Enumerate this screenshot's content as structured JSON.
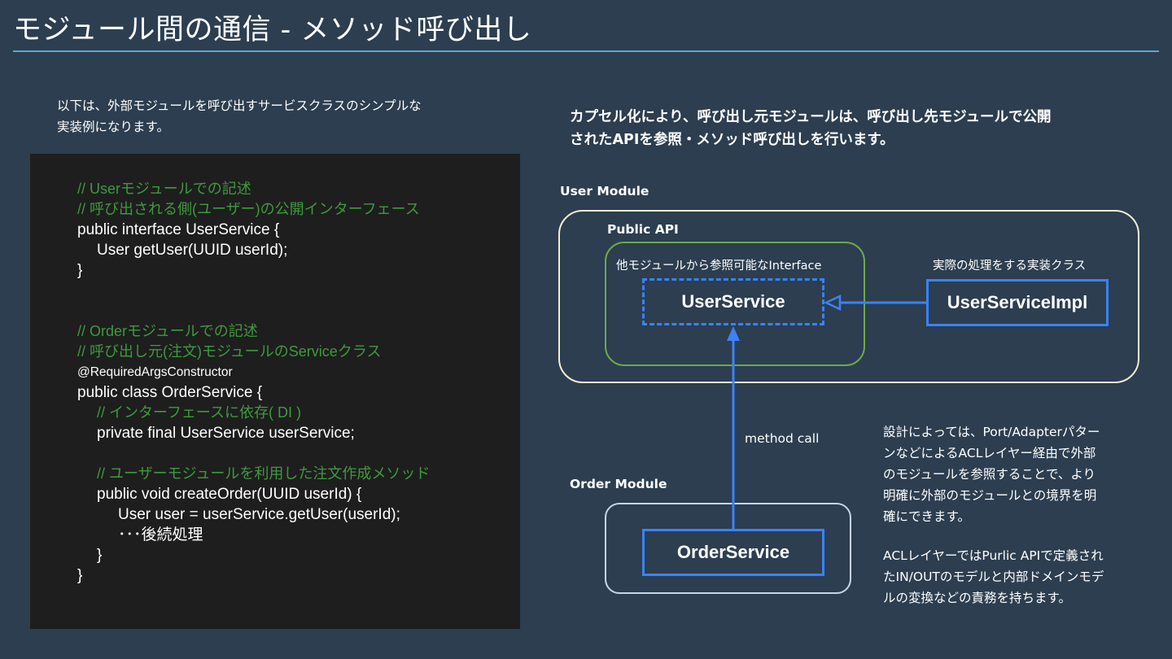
{
  "header": {
    "title": "モジュール間の通信 - メソッド呼び出し"
  },
  "intro": {
    "text_line1": "以下は、外部モジュールを呼び出すサービスクラスのシンプルな",
    "text_line2": "実装例になります。"
  },
  "code": {
    "lines": [
      "// Userモジュールでの記述",
      "// 呼び出される側(ユーザー)の公開インターフェース",
      "public interface UserService {",
      "User getUser(UUID userId);",
      "}",
      "// Orderモジュールでの記述",
      "// 呼び出し元(注文)モジュールのServiceクラス",
      "@RequiredArgsConstructor",
      "public class OrderService {",
      "// インターフェースに依存( DI )",
      "private final UserService userService;",
      "// ユーザーモジュールを利用した注文作成メソッド",
      "public void createOrder(UUID userId) {",
      "User user = userService.getUser(userId);",
      "･･･後続処理",
      "}",
      "}"
    ]
  },
  "lead": {
    "line1": "カプセル化により、呼び出し元モジュールは、呼び出し先モジュールで公開",
    "line2": "されたAPIを参照・メソッド呼び出しを行います。"
  },
  "diagram": {
    "user_module_label": "User Module",
    "public_api_label": "Public API",
    "interface_caption": "他モジュールから参照可能なInterface",
    "impl_caption": "実際の処理をする実装クラス",
    "user_service": "UserService",
    "user_service_impl": "UserServiceImpl",
    "method_call": "method call",
    "order_module_label": "Order Module",
    "order_service": "OrderService",
    "accent_color": "#3b82f6",
    "user_module_border": "#f2eed2",
    "public_api_border": "#6ea84c",
    "order_module_border": "#c8d4ee"
  },
  "side_note": {
    "para1": [
      "設計によっては、Port/Adapterパター",
      "ンなどによるACLレイヤー経由で外部",
      "のモジュールを参照することで、より",
      "明確に外部のモジュールとの境界を明",
      "確にできます。"
    ],
    "para2": [
      "ACLレイヤーではPurlic APIで定義され",
      "たIN/OUTのモデルと内部ドメインモデ",
      "ルの変換などの責務を持ちます。"
    ]
  }
}
